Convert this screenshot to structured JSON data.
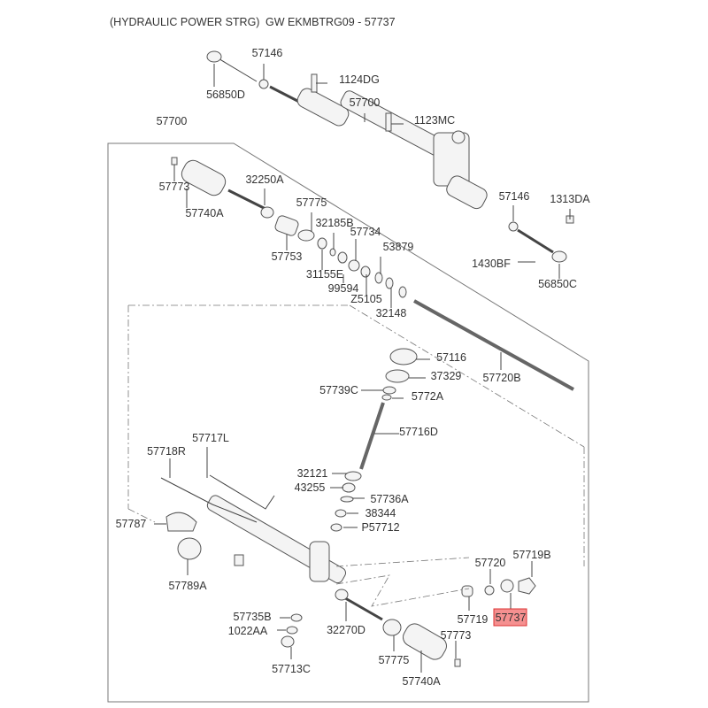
{
  "header": {
    "title": "(HYDRAULIC POWER STRG)",
    "overlay_code": "GW EKMBTRG09 - 57737"
  },
  "highlight_color": "#f26b6b",
  "labels": {
    "p57146_top": "57146",
    "p1124DG": "1124DG",
    "p56850D": "56850D",
    "p57700_top": "57700",
    "p1123MC": "1123MC",
    "p57700_frame": "57700",
    "p57146_right": "57146",
    "p1313DA": "1313DA",
    "p1430BF": "1430BF",
    "p56850C": "56850C",
    "p57773_a": "57773",
    "p57740A_a": "57740A",
    "p32250A": "32250A",
    "p57775_a": "57775",
    "p32185B": "32185B",
    "p57734": "57734",
    "p53879": "53879",
    "p57753": "57753",
    "p31155E": "31155E",
    "p99594": "99594",
    "pZ5105": "Z5105",
    "p32148": "32148",
    "p57116": "57116",
    "p57720B": "57720B",
    "p37329": "37329",
    "p57739C": "57739C",
    "p5772A": "5772A",
    "p57716D": "57716D",
    "p57717L": "57717L",
    "p57718R": "57718R",
    "p32121": "32121",
    "p43255": "43255",
    "p57736A": "57736A",
    "p38344": "38344",
    "pP57712": "P57712",
    "p57787": "57787",
    "p57789A": "57789A",
    "p57735B": "57735B",
    "p1022AA": "1022AA",
    "p32270D": "32270D",
    "p57713C": "57713C",
    "p57775_b": "57775",
    "p57740A_b": "57740A",
    "p57720": "57720",
    "p57719B": "57719B",
    "p57719": "57719",
    "p57737": "57737",
    "p57773_b": "57773"
  }
}
